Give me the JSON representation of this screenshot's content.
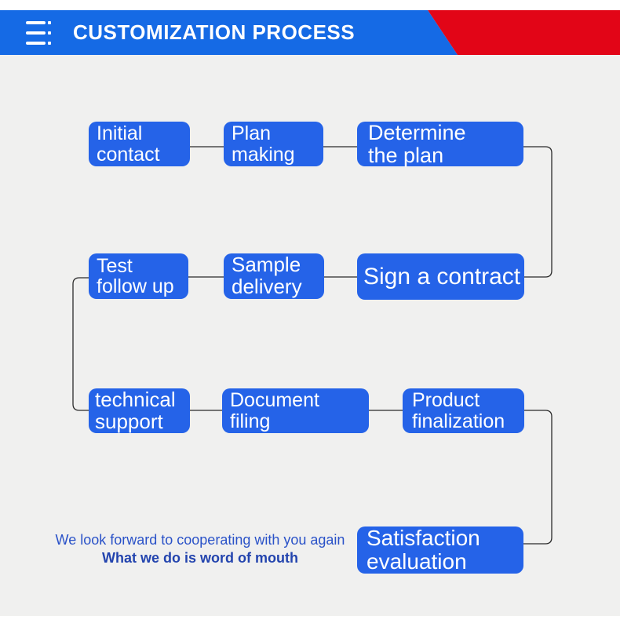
{
  "header": {
    "title": "CUSTOMIZATION PROCESS",
    "menu_icon": "hamburger-menu",
    "bar_blue": "#156ae5",
    "accent_red": "#e20517"
  },
  "flowchart": {
    "box_color": "#2563e8",
    "box_text_color": "#ffffff",
    "connector_color": "#2b2b2b",
    "boxes": [
      {
        "id": "initial-contact",
        "lines": [
          "Initial",
          "contact"
        ]
      },
      {
        "id": "plan-making",
        "lines": [
          "Plan",
          "making"
        ]
      },
      {
        "id": "determine-the-plan",
        "lines": [
          "Determine",
          "the plan"
        ]
      },
      {
        "id": "test-follow-up",
        "lines": [
          "Test",
          "follow up"
        ]
      },
      {
        "id": "sample-delivery",
        "lines": [
          "Sample",
          "delivery"
        ]
      },
      {
        "id": "sign-a-contract",
        "lines": [
          "Sign a contract"
        ]
      },
      {
        "id": "technical-support",
        "lines": [
          "technical",
          "support"
        ]
      },
      {
        "id": "document-filing",
        "lines": [
          "Document",
          "filing"
        ]
      },
      {
        "id": "product-finalization",
        "lines": [
          "Product",
          "finalization"
        ]
      },
      {
        "id": "satisfaction-evaluation",
        "lines": [
          "Satisfaction",
          "evaluation"
        ]
      }
    ]
  },
  "footer": {
    "line1": "We look forward to cooperating with you again",
    "line2": "What we do is word of mouth",
    "text_color": "#2a52c8"
  }
}
